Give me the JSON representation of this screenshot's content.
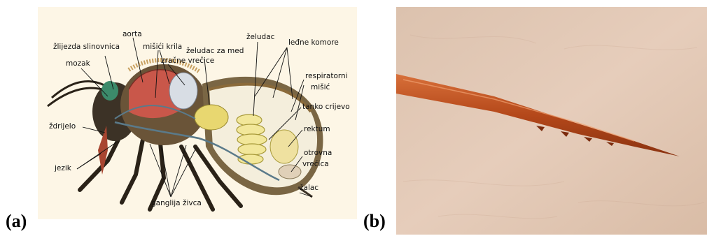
{
  "panels": [
    {
      "id": "a",
      "label": "(a)"
    },
    {
      "id": "b",
      "label": "(b)"
    }
  ],
  "diagram_labels": {
    "aorta": "aorta",
    "zlijezda": "žlijezda slinovnica",
    "misici_krila": "mišići krila",
    "zeludac_za_med": "želudac za med",
    "zeludac": "želudac",
    "ledne_komore": "leđne komore",
    "mozak": "mozak",
    "zracne_vrecice": "zračne vrečice",
    "respiratorni": "respiratorni",
    "misic": "mišić",
    "tanko_crijevo": "tanko crijevo",
    "zdrijelo": "ždrijelo",
    "rektum": "rektum",
    "otrovna": "otrovna",
    "vrecica": "vrećica",
    "jezik": "jezik",
    "zalac": "žalac",
    "ganglija": "ganglija živca"
  },
  "colors": {
    "diagram_bg": "#fdf6e6",
    "photo_bg": "#e2c7b4",
    "stinger": "#b4481a",
    "muscle": "#c9574a",
    "gut": "#e8d770",
    "body_dark": "#3c3226"
  }
}
